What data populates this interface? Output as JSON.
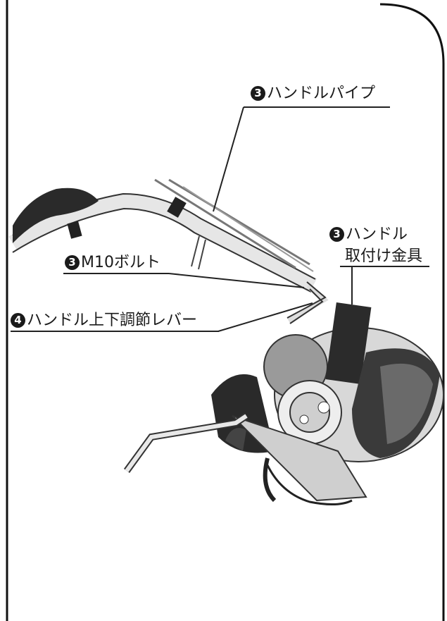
{
  "labels": {
    "handle_pipe": {
      "num": "3",
      "text": "ハンドルパイプ"
    },
    "handle_bracket": {
      "num": "3",
      "text_line1": "ハンドル",
      "text_line2": "取付け金具"
    },
    "m10_bolt": {
      "num": "3",
      "text": "M10ボルト"
    },
    "adjust_lever": {
      "num": "4",
      "text": "ハンドル上下調節レバー"
    }
  }
}
